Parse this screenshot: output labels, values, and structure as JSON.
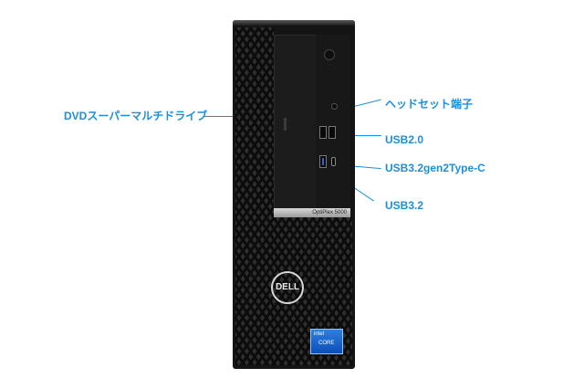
{
  "callouts": {
    "dvd": "DVDスーパーマルチドライブ",
    "headset": "ヘッドセット端子",
    "usb20": "USB2.0",
    "usb32gen2c": "USB3.2gen2Type-C",
    "usb32": "USB3.2"
  },
  "device": {
    "model_plate": "OptiPlex 5000",
    "brand_logo": "DELL",
    "cpu_sticker_top": "intel",
    "cpu_sticker_bottom": "CORE"
  },
  "colors": {
    "callout": "#1a8fe0",
    "chassis": "#141414"
  }
}
